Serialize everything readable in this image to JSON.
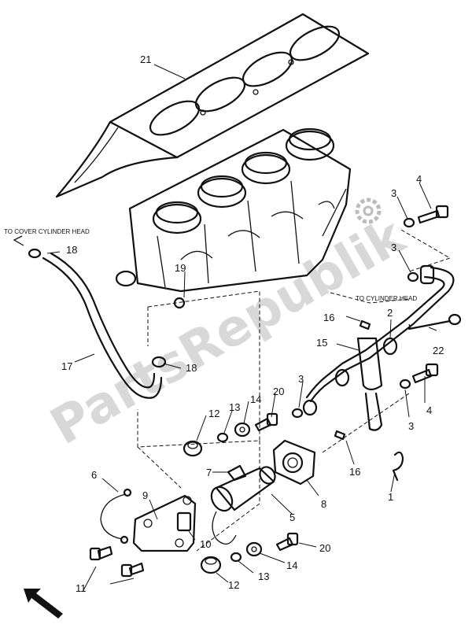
{
  "diagram": {
    "watermark": "PartsRepublik",
    "notes": {
      "cover_cylinder_head": "TO COVER CYLINDER HEAD",
      "cylinder_head": "TO CYLINDER HEAD"
    },
    "callouts": {
      "c1": "1",
      "c2": "2",
      "c3a": "3",
      "c3b": "3",
      "c3c": "3",
      "c3d": "3",
      "c4a": "4",
      "c4b": "4",
      "c5": "5",
      "c6": "6",
      "c7": "7",
      "c8": "8",
      "c9": "9",
      "c10": "10",
      "c11": "11",
      "c12a": "12",
      "c12b": "12",
      "c13a": "13",
      "c13b": "13",
      "c14a": "14",
      "c14b": "14",
      "c15": "15",
      "c16a": "16",
      "c16b": "16",
      "c17": "17",
      "c18a": "18",
      "c18b": "18",
      "c19": "19",
      "c20a": "20",
      "c20b": "20",
      "c21": "21",
      "c22": "22"
    }
  }
}
